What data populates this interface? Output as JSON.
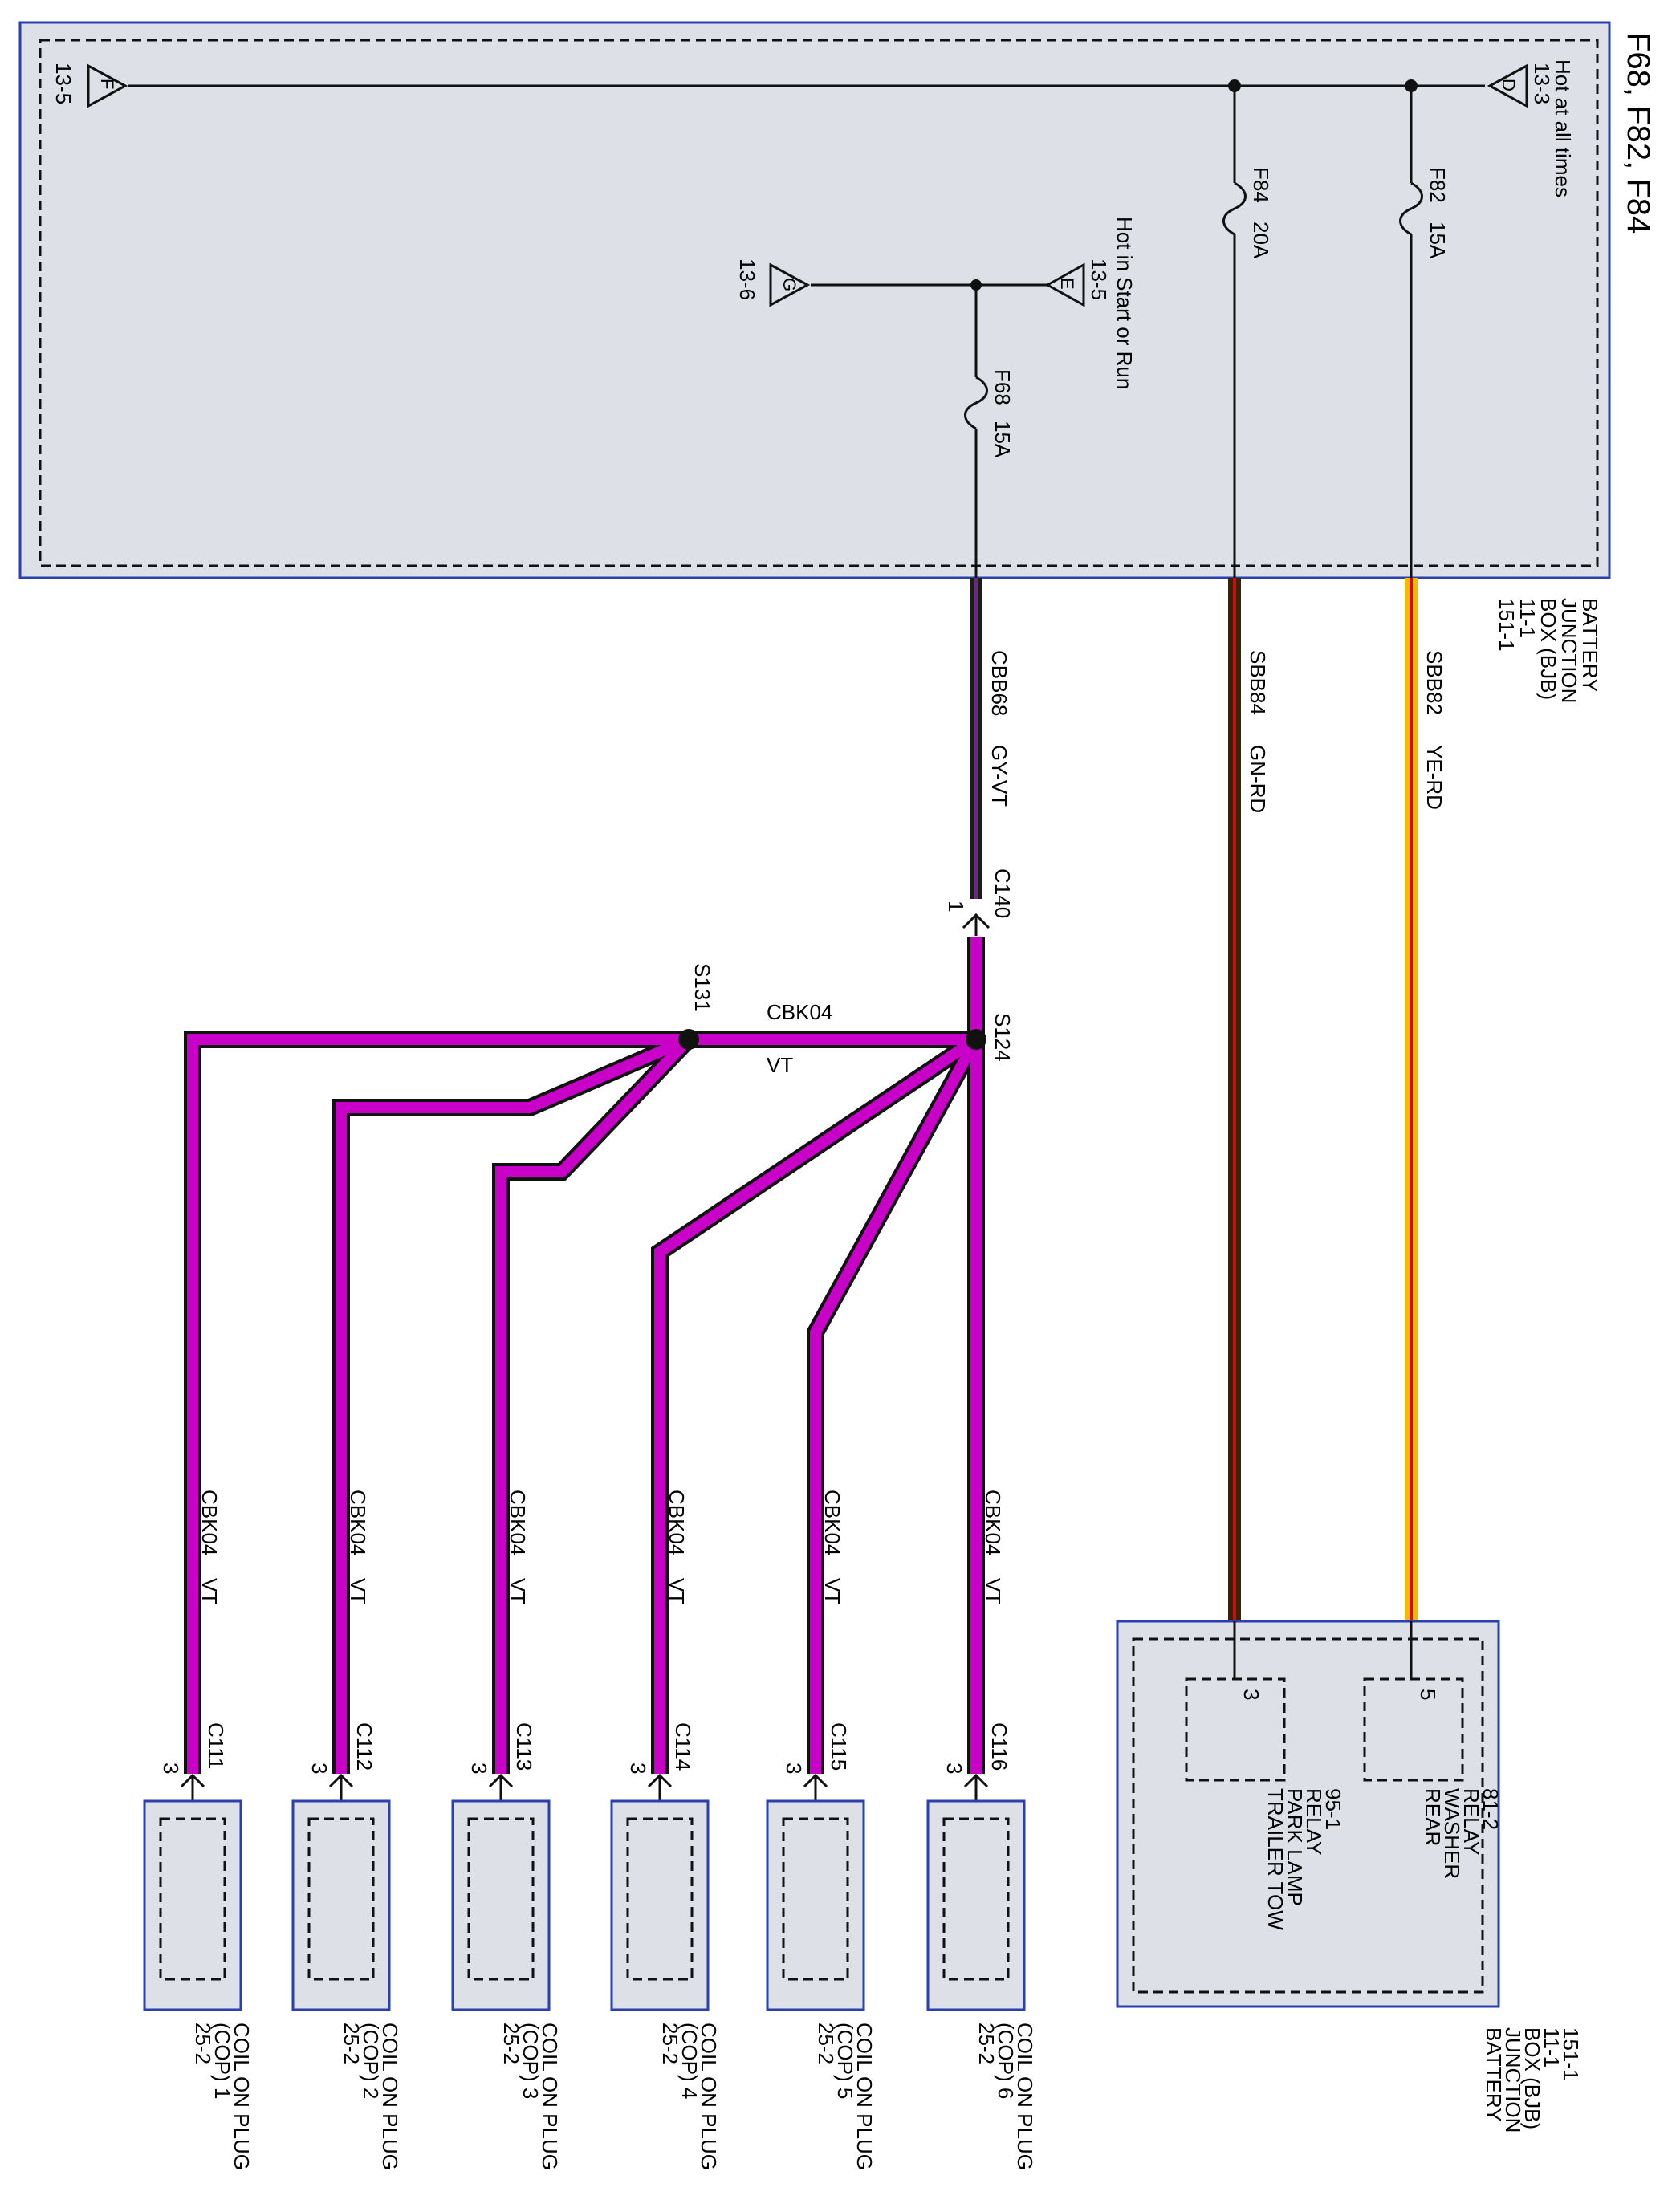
{
  "diagram_title": "F68, F82, F84",
  "bjb_label": [
    "BATTERY",
    "JUNCTION",
    "BOX (BJB)",
    "11-1",
    "151-1"
  ],
  "bjb": {
    "hot_at_all_times": "Hot at all times",
    "hot_in_start_run": "Hot in Start or Run",
    "bus_d": {
      "letter": "D",
      "ref": "13-3"
    },
    "bus_f": {
      "letter": "F",
      "ref": "13-5"
    },
    "bus_e": {
      "letter": "E",
      "ref": "13-5"
    },
    "bus_g": {
      "letter": "G",
      "ref": "13-6"
    },
    "fuses": [
      {
        "name": "F84",
        "rating": "20A"
      },
      {
        "name": "F82",
        "rating": "15A"
      },
      {
        "name": "F68",
        "rating": "15A"
      }
    ]
  },
  "wires": {
    "sbb82": {
      "circuit": "SBB82",
      "color": "YE-RD"
    },
    "sbb84": {
      "circuit": "SBB84",
      "color": "GN-RD"
    },
    "cbb68": {
      "circuit": "CBB68",
      "color": "GY-VT"
    },
    "cbk04": {
      "circuit": "CBK04",
      "color": "VT"
    }
  },
  "connector_c140": {
    "name": "C140",
    "pin": "1"
  },
  "splices": {
    "s124": "S124",
    "s131": "S131"
  },
  "relays": {
    "rear_washer": {
      "lines": [
        "REAR",
        "WASHER",
        "RELAY",
        "81-2"
      ],
      "pin": "5"
    },
    "trailer_tow": {
      "lines": [
        "TRAILER TOW",
        "PARK LAMP",
        "RELAY",
        "95-1"
      ],
      "pin": "3"
    }
  },
  "coils": [
    {
      "connector": "C116",
      "pin": "3",
      "lines": [
        "COIL ON PLUG",
        "(COP) 6",
        "25-2"
      ]
    },
    {
      "connector": "C115",
      "pin": "3",
      "lines": [
        "COIL ON PLUG",
        "(COP) 5",
        "25-2"
      ]
    },
    {
      "connector": "C114",
      "pin": "3",
      "lines": [
        "COIL ON PLUG",
        "(COP) 4",
        "25-2"
      ]
    },
    {
      "connector": "C113",
      "pin": "3",
      "lines": [
        "COIL ON PLUG",
        "(COP) 3",
        "25-2"
      ]
    },
    {
      "connector": "C112",
      "pin": "3",
      "lines": [
        "COIL ON PLUG",
        "(COP) 2",
        "25-2"
      ]
    },
    {
      "connector": "C111",
      "pin": "3",
      "lines": [
        "COIL ON PLUG",
        "(COP) 1",
        "25-2"
      ]
    }
  ],
  "colors": {
    "violet": "#c800c8",
    "yellow": "#f5b800",
    "red": "#c81010",
    "green": "#3a2208",
    "gray_violet": "#6a2a78",
    "box_fill": "#dde0e6",
    "box_border": "#2a3fb0"
  }
}
